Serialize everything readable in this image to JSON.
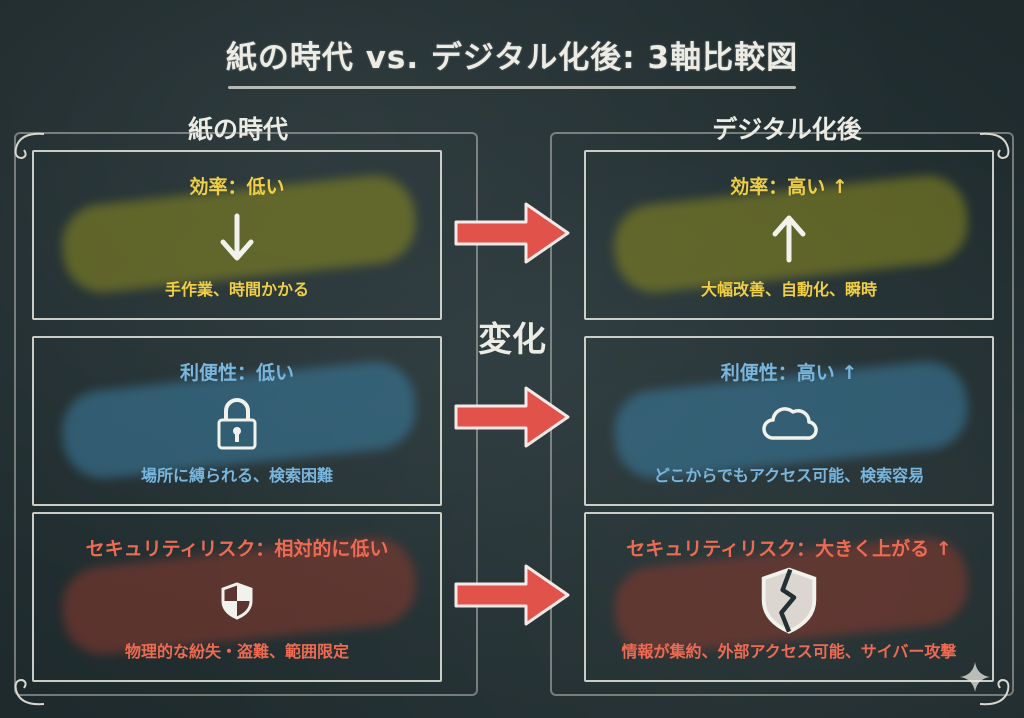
{
  "title": "紙の時代 vs. デジタル化後: 3軸比較図",
  "center_label": "変化",
  "columns": {
    "left": {
      "heading": "紙の時代"
    },
    "right": {
      "heading": "デジタル化後"
    }
  },
  "rows": [
    {
      "left": {
        "label": "効率：低い",
        "desc": "手作業、時間かかる",
        "icon": "arrow-down-icon"
      },
      "right": {
        "label": "効率：高い ↑",
        "desc": "大幅改善、自動化、瞬時",
        "icon": "arrow-up-icon"
      },
      "color": "#f0cf45"
    },
    {
      "left": {
        "label": "利便性：低い",
        "desc": "場所に縛られる、検索困難",
        "icon": "padlock-icon"
      },
      "right": {
        "label": "利便性：高い ↑",
        "desc": "どこからでもアクセス可能、検索容易",
        "icon": "cloud-icon"
      },
      "color": "#79b6de"
    },
    {
      "left": {
        "label": "セキュリティリスク：相対的に低い",
        "desc": "物理的な紛失・盗難、範囲限定",
        "icon": "shield-icon"
      },
      "right": {
        "label": "セキュリティリスク：大きく上がる ↑",
        "desc": "情報が集約、外部アクセス可能、サイバー攻撃",
        "icon": "broken-shield-icon"
      },
      "color": "#ee6a52"
    }
  ],
  "colors": {
    "arrow": "#e0524a",
    "chalk": "#ecebe4",
    "background": "#243033"
  }
}
